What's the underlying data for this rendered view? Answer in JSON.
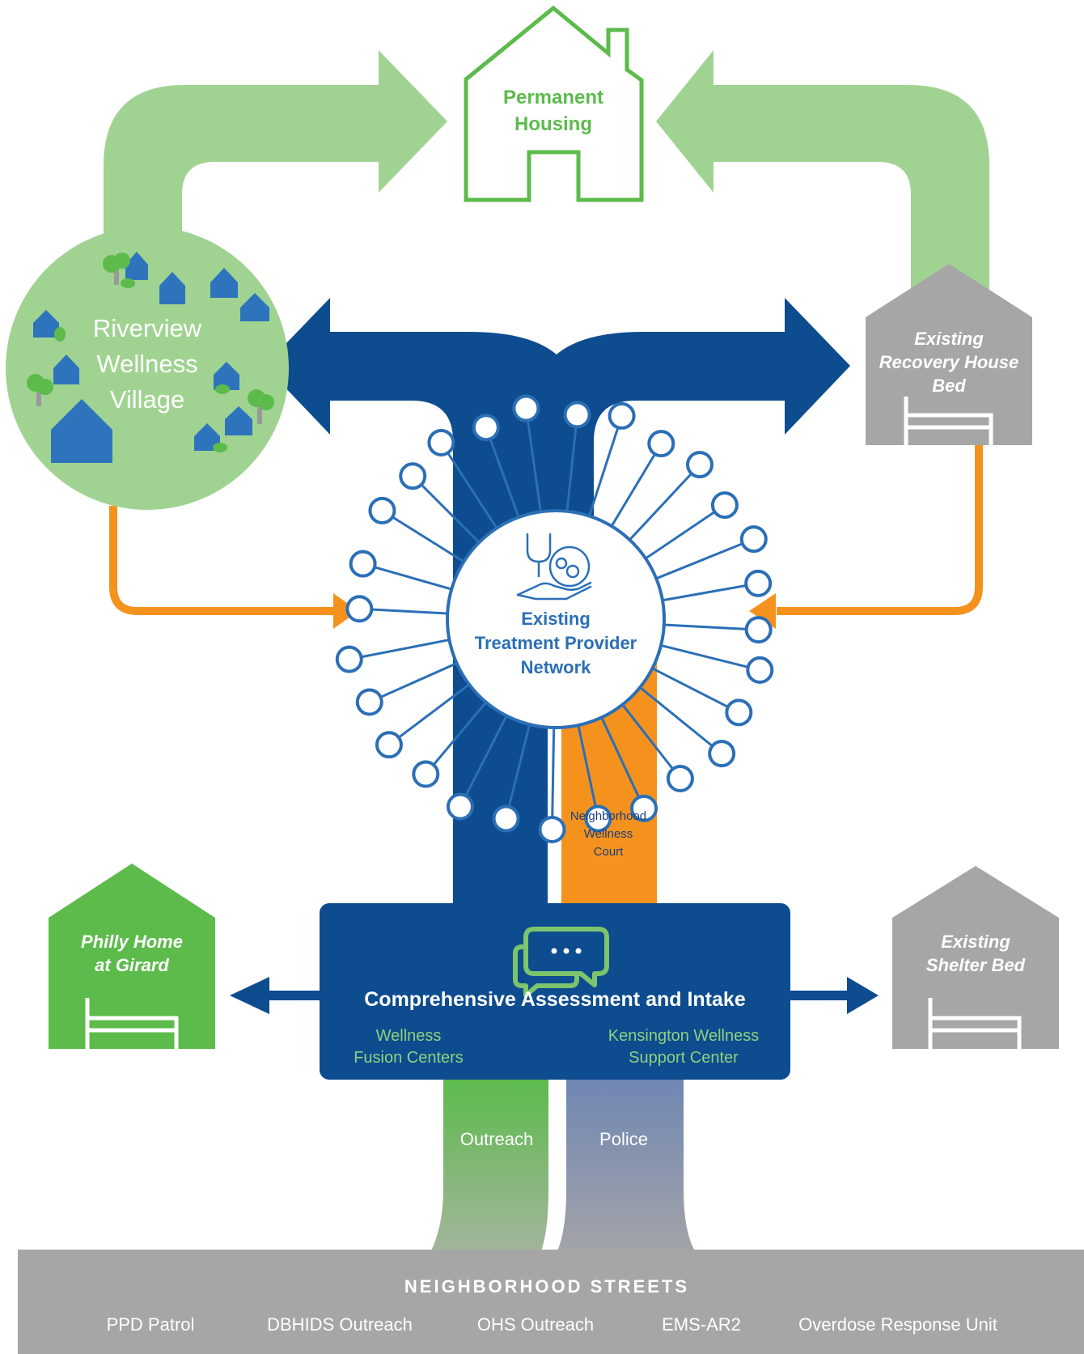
{
  "permanent_housing": {
    "line1": "Permanent",
    "line2": "Housing"
  },
  "riverview": {
    "line1": "Riverview",
    "line2": "Wellness",
    "line3": "Village"
  },
  "recovery_house": {
    "line1": "Existing",
    "line2": "Recovery House",
    "line3": "Bed"
  },
  "treatment_network": {
    "line1": "Existing",
    "line2": "Treatment Provider",
    "line3": "Network"
  },
  "court": {
    "line1": "Neighborhood",
    "line2": "Wellness",
    "line3": "Court"
  },
  "philly_home": {
    "line1": "Philly Home",
    "line2": "at Girard"
  },
  "shelter": {
    "line1": "Existing",
    "line2": "Shelter Bed"
  },
  "intake": {
    "title": "Comprehensive Assessment and Intake",
    "left_line1": "Wellness",
    "left_line2": "Fusion Centers",
    "right_line1": "Kensington Wellness",
    "right_line2": "Support Center"
  },
  "streams": {
    "outreach": "Outreach",
    "police": "Police"
  },
  "streets": {
    "title": "NEIGHBORHOOD STREETS",
    "items": [
      "PPD Patrol",
      "DBHIDS Outreach",
      "OHS Outreach",
      "EMS-AR2",
      "Overdose Response Unit"
    ]
  },
  "colors": {
    "light_green": "#a0d391",
    "green": "#5cbb4b",
    "navy": "#0d4c8f",
    "orange": "#f5921e",
    "gray": "#a7a6a7",
    "node_blue": "#2b6fb6",
    "police_top": "#6f86b3",
    "outreach_green": "#5cbb4b"
  },
  "icons": [
    "house-outline-icon",
    "stethoscope-hand-icon",
    "chat-bubbles-icon",
    "bed-icon",
    "tree-icon",
    "small-house-icon",
    "arrow-icon"
  ]
}
